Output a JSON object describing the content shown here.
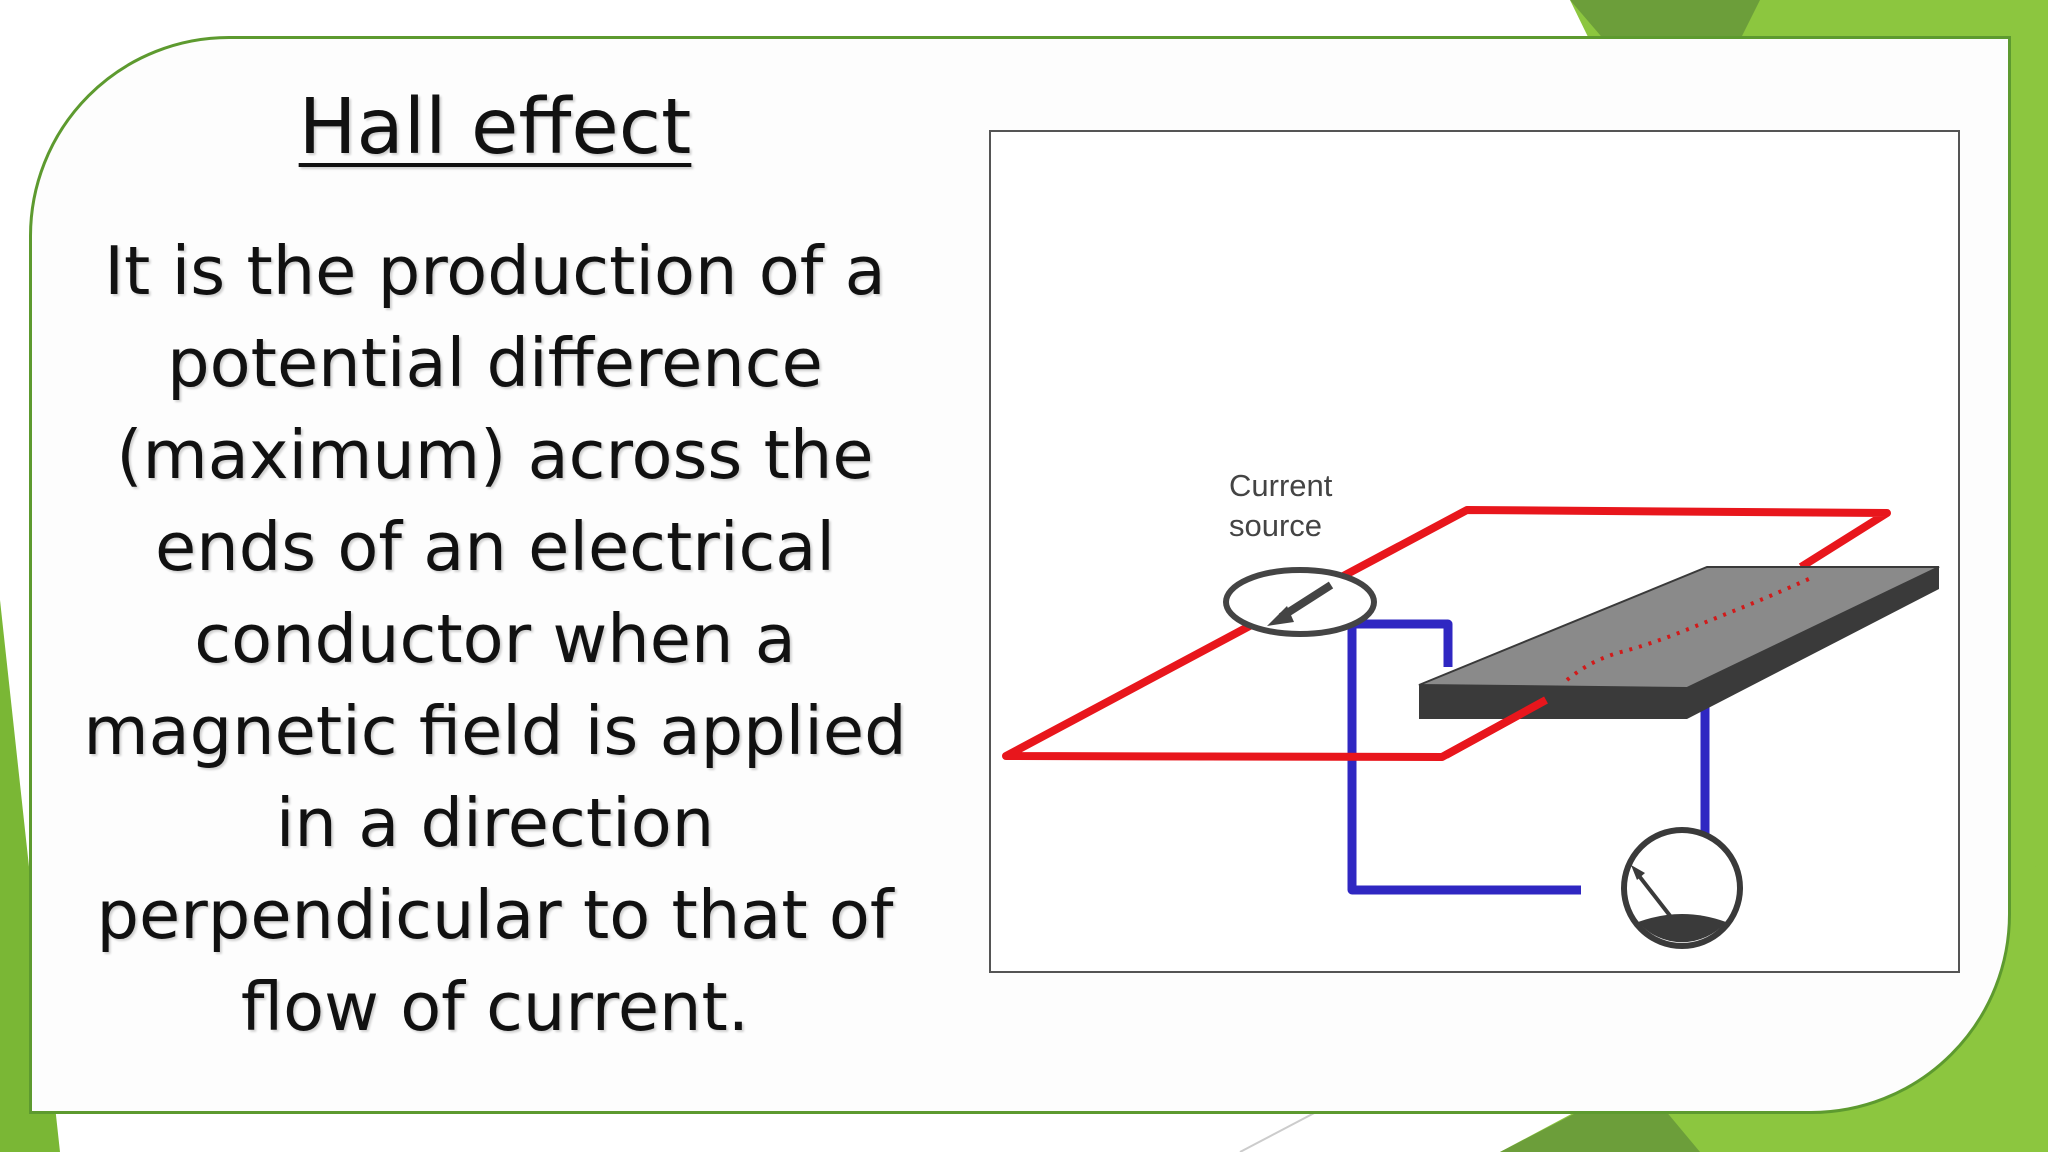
{
  "slide": {
    "title": "Hall effect",
    "definition": "It is the production of a potential difference (maximum) across the ends of an electrical conductor when a magnetic field is applied in a direction perpendicular to that of flow of current."
  },
  "diagram": {
    "labels": {
      "current_source_line1": "Current",
      "current_source_line2": "source"
    }
  },
  "colors": {
    "accent_green": "#7ab735",
    "dark_green": "#5d9a2f",
    "current_loop": "#e8161c",
    "voltage_loop": "#2f27c2",
    "conductor_plate": "#8a8a8a"
  }
}
